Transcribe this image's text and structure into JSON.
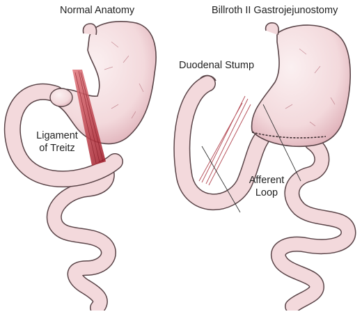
{
  "panels": {
    "left": {
      "title": "Normal Anatomy",
      "label_line1": "Ligament",
      "label_line2": "of Treitz"
    },
    "right": {
      "title": "Billroth II Gastrojejunostomy",
      "stump_label": "Duodenal Stump",
      "loop_line1": "Afferent",
      "loop_line2": "Loop"
    }
  },
  "colors": {
    "tissue": "#f3d9dc",
    "tissue_shade": "#d9a9b1",
    "outline": "#5a4448",
    "ligament": "#c0392b"
  }
}
